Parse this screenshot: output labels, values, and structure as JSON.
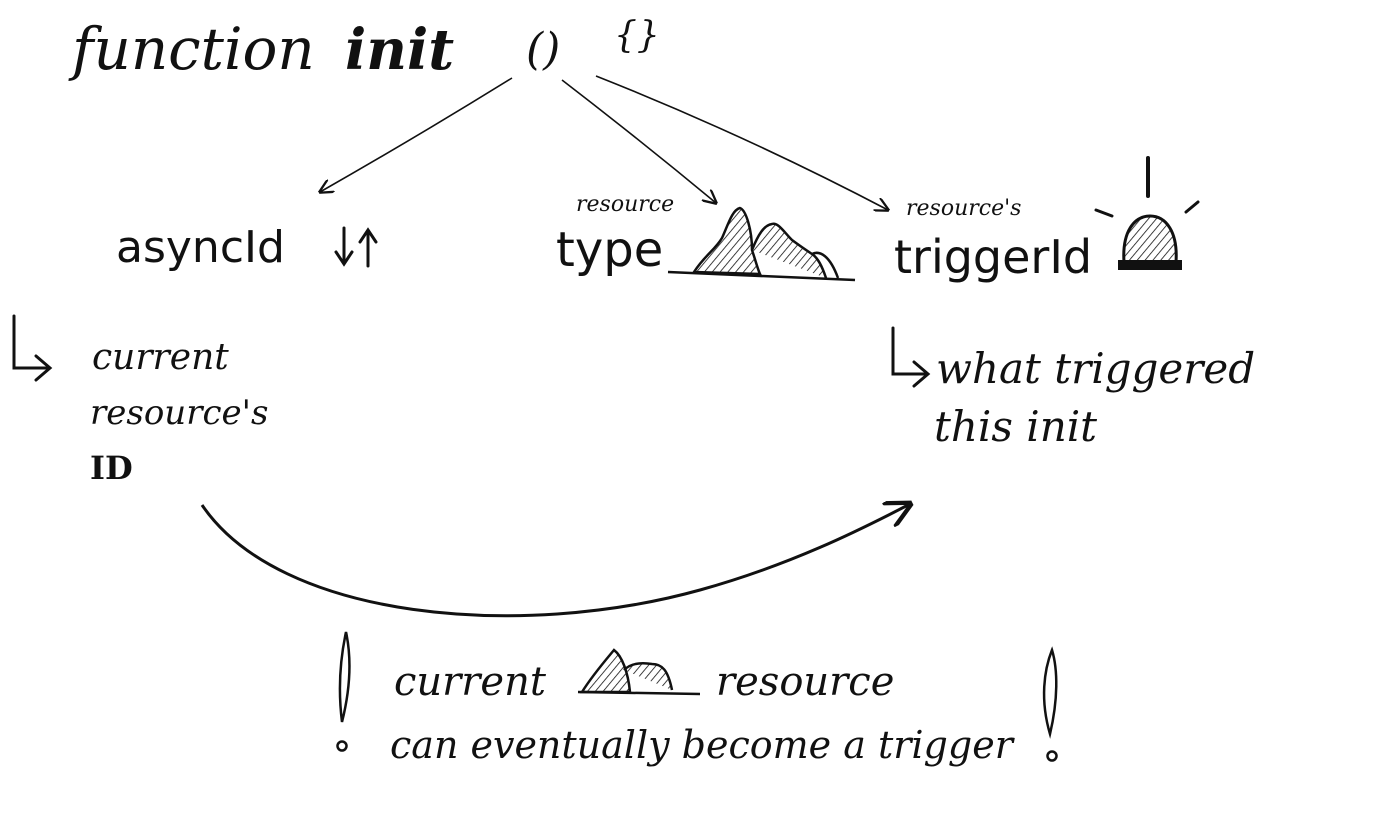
{
  "colors": {
    "ink": "#111111",
    "paper": "#ffffff"
  },
  "title": {
    "keyword": "function",
    "name": "init",
    "parens": "()",
    "braces": "{}"
  },
  "params": {
    "async_id": {
      "label": "asyncId",
      "arrows_glyph": "↓↑"
    },
    "type": {
      "small_label": "resource",
      "label": "type",
      "icon": "mountain-icon"
    },
    "trigger_id": {
      "small_label": "resource's",
      "label": "triggerId",
      "icon": "siren-icon"
    }
  },
  "notes": {
    "async_id": [
      "current",
      "resource's",
      "ID"
    ],
    "trigger_id": [
      "what triggered",
      "this init"
    ]
  },
  "bottom_note": {
    "line1_before": "current",
    "line1_after": "resource",
    "line2": "can eventually become a trigger"
  }
}
